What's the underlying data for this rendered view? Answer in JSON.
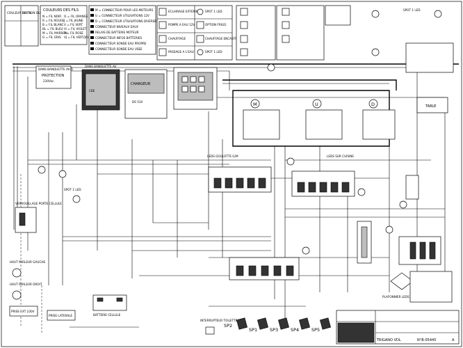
{
  "legend": {
    "col_color": "COULEUR DU FIL",
    "col_section": "SECTION DU FIL",
    "title": "COULEURS DES FILS",
    "colors": [
      "N = FIL NOIR",
      "R = FIL ROUGE",
      "B = FIL BLANC",
      "BL = FIL BLEU",
      "M = FIL MARRON",
      "G = FIL GRIS",
      "O = FIL ORANGE",
      "J = FIL JAUNE",
      "V = FIL VERT",
      "Vi = FIL VIOLET",
      "R = FIL ROSE",
      "VJ = FIL VERT/JAUNE"
    ]
  },
  "connectors": [
    "M = CONNECTEUR POUR LES MOTEURS",
    "U = CONNECTEUR UTILISATIONS 12V",
    "D = CONNECTEUR UTILISATIONS DIVERSES",
    "CONNECTEUR NIVEAUX EAUX",
    "RELAIS DE BATTERIE MOTEUR",
    "CONNECTEUR INFOS BATTERIES",
    "CONNECTEUR SONDE EAU PROPRE",
    "CONNECTEUR SONDE EAU USEE"
  ],
  "top_symbols": [
    "ECLAIRAGE EXTERIEUR",
    "POMPE A EAU 12V",
    "CHAUFFAGE",
    "PASSAGE A L'EAU",
    "SPOT 1 LED",
    "OPTION FRIGO",
    "CHAUFFAGE ENCASTRE",
    "SPOT 1 LED"
  ],
  "labels": {
    "section1": "DANS BANQUETTE AV-G",
    "section2": "DANS BANQUETTE AV",
    "protection": "PROTECTION",
    "protection_v": "230Vac",
    "chargeur": "CHARGEUR",
    "cbe": "CBE",
    "ds": "DS 510",
    "leds_gauche": "LEDS GOULOTTE G/M",
    "leds_droite": "LEDS SUR CUISINE",
    "table": "TABLE",
    "plafonnier": "PLAFONNIER LEDS",
    "interrupteur": "INTERRUPTEUR TOILETTE",
    "connector_m": "M",
    "connector_u": "U",
    "connector_d": "D",
    "verrouillage": "VERROUILLAGE PORTE CELLULE",
    "haut_parleur_g": "HAUT PARLEUR GAUCHE",
    "haut_parleur_d": "HAUT PARLEUR DROIT",
    "prise_ext": "PRISE EXT 230V",
    "prise_laterale": "PRISE LATERALE",
    "batterie_cellule": "BATTERIE CELLULE",
    "spot_led": "SPOT 1 LED",
    "spot_eau": "SPOT 1 LED",
    "titleblock_brand": "TRIGANO VDL",
    "titleblock_ref": "N°B-05445",
    "titleblock_rev": "A"
  },
  "spot_labels": [
    "SP2",
    "SP1",
    "SP3",
    "SP4",
    "SP5"
  ]
}
